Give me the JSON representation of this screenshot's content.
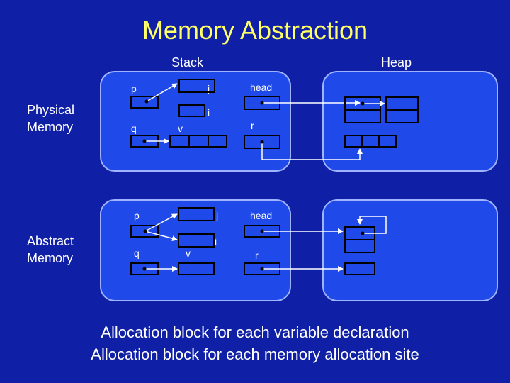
{
  "title": "Memory Abstraction",
  "headers": {
    "stack": "Stack",
    "heap": "Heap"
  },
  "rows": {
    "physical": "Physical\nMemory",
    "abstract": "Abstract\nMemory"
  },
  "labels": {
    "p": "p",
    "q": "q",
    "j": "j",
    "i": "i",
    "v": "v",
    "head": "head",
    "r": "r"
  },
  "footer": {
    "line1": "Allocation block for each variable declaration",
    "line2": "Allocation block for each memory allocation site"
  },
  "colors": {
    "background": "#0f1fa6",
    "panel": "#1f49e8",
    "panel_border": "#9fb3ff",
    "title": "#ffff66",
    "text": "#ffffff",
    "stroke": "#000000",
    "pointer": "#ffffff"
  }
}
